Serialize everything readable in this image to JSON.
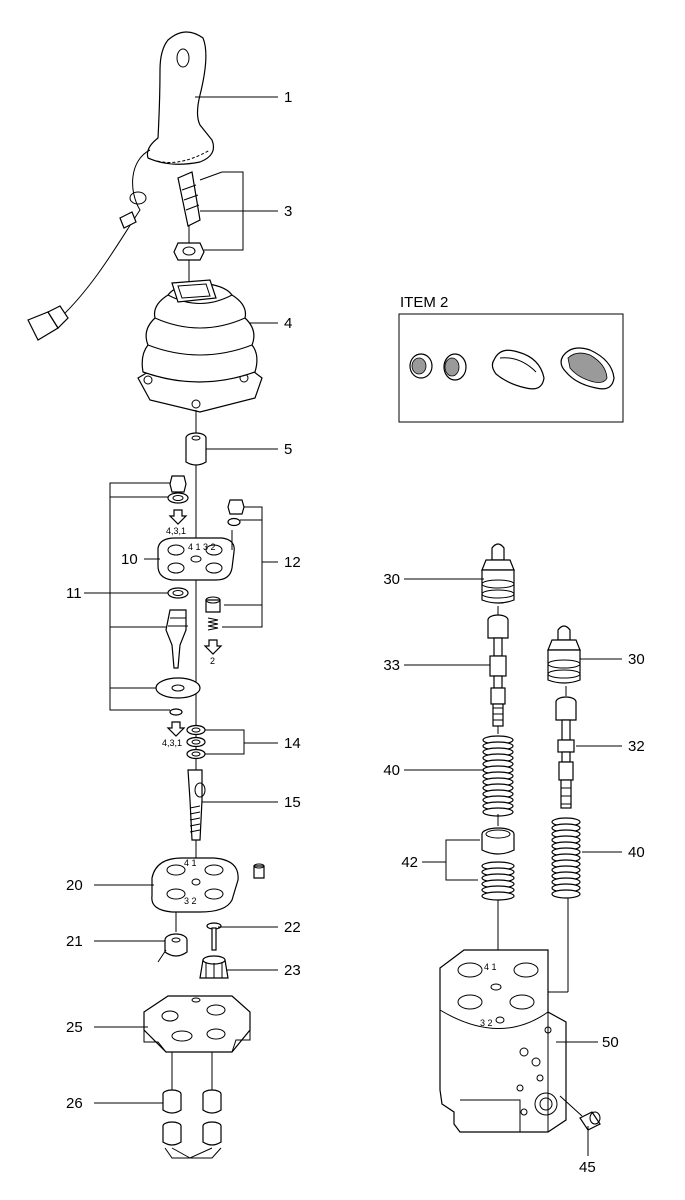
{
  "inset": {
    "title": "ITEM 2"
  },
  "callouts": {
    "c1": "1",
    "c3": "3",
    "c4": "4",
    "c5": "5",
    "c10": "10",
    "c11": "11",
    "c12": "12",
    "c14": "14",
    "c15": "15",
    "c20": "20",
    "c21": "21",
    "c22": "22",
    "c23": "23",
    "c25": "25",
    "c26": "26",
    "c30a": "30",
    "c30b": "30",
    "c32": "32",
    "c33": "33",
    "c40a": "40",
    "c40b": "40",
    "c42": "42",
    "c45": "45",
    "c50": "50"
  },
  "port_marks": {
    "arrow_top": "4,3,1",
    "plate_10": "4 1 3 2",
    "arrow_mid": "2",
    "arrow_bottom": "4,3,1",
    "plate_20_top": "4 1",
    "plate_20_bot": "3 2",
    "body_top": "4 1",
    "body_bot": "3 2"
  }
}
